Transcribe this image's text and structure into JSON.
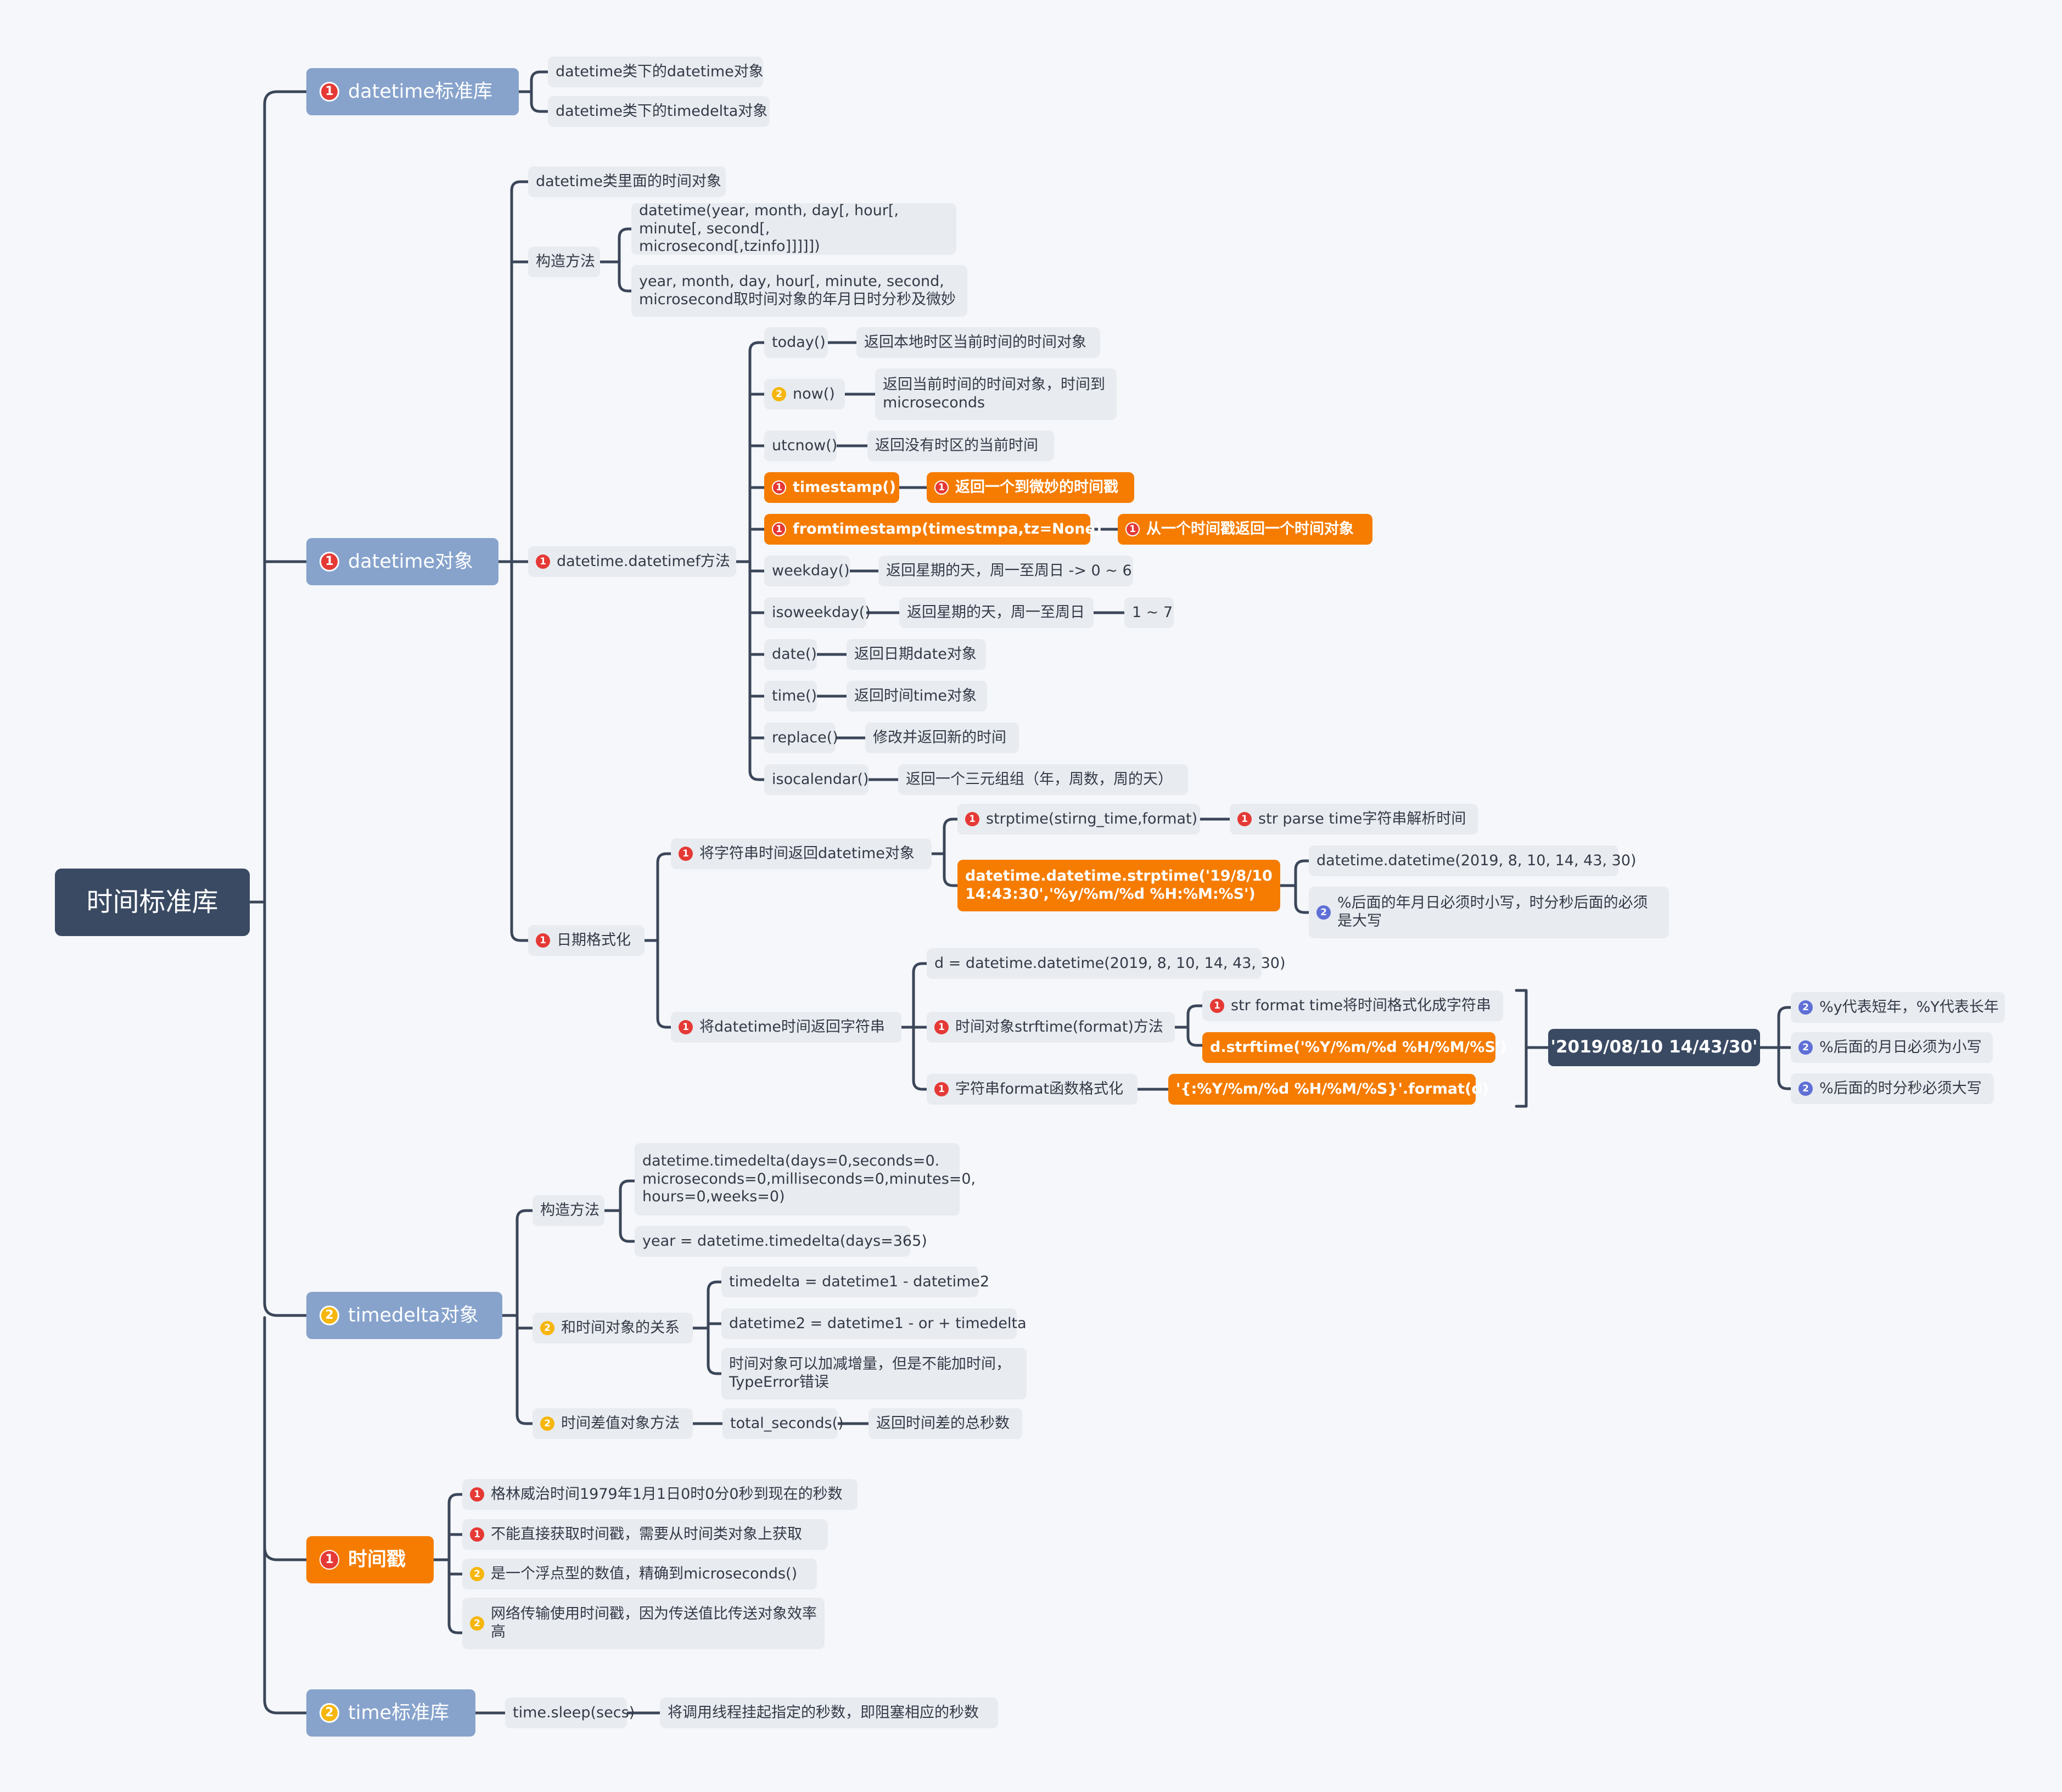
{
  "root": "时间标准库",
  "branches": {
    "datetime_lib": {
      "label": "datetime标准库",
      "priority": "1",
      "items": [
        "datetime类下的datetime对象",
        "datetime类下的timedelta对象"
      ]
    },
    "datetime_obj": {
      "label": "datetime对象",
      "priority": "1",
      "time_object": "datetime类里面的时间对象",
      "constructor": {
        "label": "构造方法",
        "signature": "datetime(year, month, day[, hour[, minute[, second[, microsecond[,tzinfo]]]]])",
        "attrs": "year, month, day, hour[, minute, second, microsecond取时间对象的年月日时分秒及微妙"
      },
      "methods": {
        "label": "datetime.datetimef方法",
        "priority": "1",
        "today": "today()",
        "today_desc": "返回本地时区当前时间的时间对象",
        "now": "now()",
        "now_priority": "2",
        "now_desc": "返回当前时间的时间对象，时间到microseconds",
        "utcnow": "utcnow()",
        "utcnow_desc": "返回没有时区的当前时间",
        "timestamp": "timestamp()",
        "timestamp_desc": "返回一个到微妙的时间戳",
        "fromtimestamp": "fromtimestamp(timestmpa,tz=None)",
        "fromtimestamp_desc": "从一个时间戳返回一个时间对象",
        "weekday": "weekday()",
        "weekday_desc": "返回星期的天，周一至周日 -> 0 ~ 6",
        "isoweekday": "isoweekday()",
        "isoweekday_desc": "返回星期的天，周一至周日",
        "isoweekday_range": "1 ~ 7",
        "date": "date()",
        "date_desc": "返回日期date对象",
        "time": "time()",
        "time_desc": "返回时间time对象",
        "replace": "replace()",
        "replace_desc": "修改并返回新的时间",
        "isocalendar": "isocalendar()",
        "isocalendar_desc": "返回一个三元组组（年，周数，周的天）"
      },
      "formatting": {
        "label": "日期格式化",
        "priority": "1",
        "parse": {
          "label": "将字符串时间返回datetime对象",
          "strptime": "strptime(stirng_time,format)",
          "strptime_desc": "str parse time字符串解析时间",
          "example": "datetime.datetime.strptime('19/8/10 14:43:30','%y/%m/%d %H:%M:%S')",
          "result": "datetime.datetime(2019, 8, 10, 14, 43, 30)",
          "note": "%后面的年月日必须时小写，时分秒后面的必须是大写"
        },
        "to_string": {
          "label": "将datetime时间返回字符串",
          "d_assign": "d = datetime.datetime(2019, 8, 10, 14, 43, 30)",
          "strftime_method": "时间对象strftime(format)方法",
          "strftime_desc": "str format time将时间格式化成字符串",
          "strftime_example": "d.strftime('%Y/%m/%d %H/%M/%S')",
          "format_method": "字符串format函数格式化",
          "format_example": "'{:%Y/%m/%d %H/%M/%S}'.format(d)",
          "result": "'2019/08/10 14/43/30'",
          "notes": [
            "%y代表短年，%Y代表长年",
            "%后面的月日必须为小写",
            "%后面的时分秒必须大写"
          ]
        }
      }
    },
    "timedelta_obj": {
      "label": "timedelta对象",
      "priority": "2",
      "constructor_label": "构造方法",
      "constructor_sig": "datetime.timedelta(days=0,seconds=0. microseconds=0,milliseconds=0,minutes=0, hours=0,weeks=0)",
      "constructor_example": "year = datetime.timedelta(days=365)",
      "relation_label": "和时间对象的关系",
      "relation_items": [
        "timedelta = datetime1 - datetime2",
        "datetime2 = datetime1 - or +  timedelta",
        "时间对象可以加减增量，但是不能加时间，TypeError错误"
      ],
      "diff_label": "时间差值对象方法",
      "total_seconds": "total_seconds()",
      "total_seconds_desc": "返回时间差的总秒数"
    },
    "timestamp": {
      "label": "时间戳",
      "priority": "1",
      "items": [
        "格林威治时间1979年1月1日0时0分0秒到现在的秒数",
        "不能直接获取时间戳，需要从时间类对象上获取",
        "是一个浮点型的数值，精确到microseconds()",
        "网络传输使用时间戳，因为传送值比传送对象效率高"
      ],
      "item_priorities": [
        "1",
        "1",
        "2",
        "2"
      ]
    },
    "time_lib": {
      "label": "time标准库",
      "priority": "2",
      "sleep": "time.sleep(secs)",
      "sleep_desc": "将调用线程挂起指定的秒数，即阻塞相应的秒数"
    }
  },
  "colors": {
    "root": "#3a4a63",
    "main": "#87a3cc",
    "highlight": "#f57c00",
    "sub": "#e8ebf0",
    "priority_1": "#e53935",
    "priority_2": "#f6b60d",
    "priority_3": "#5f6fd6",
    "line": "#3b4659"
  }
}
